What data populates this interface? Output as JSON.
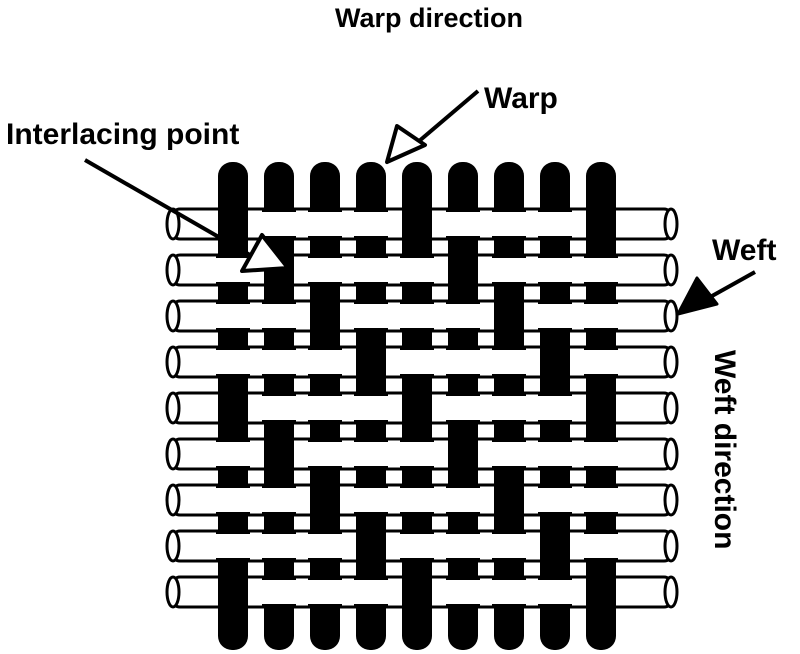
{
  "labels": {
    "warp_direction": "Warp direction",
    "warp": "Warp",
    "interlacing_point": "Interlacing point",
    "weft": "Weft",
    "weft_direction": "Weft direction"
  },
  "weave": {
    "warp_count": 9,
    "weft_count": 9,
    "pattern": "3/1 twill",
    "warp_color": "#000000",
    "weft_color": "#ffffff",
    "outline_color": "#000000"
  }
}
